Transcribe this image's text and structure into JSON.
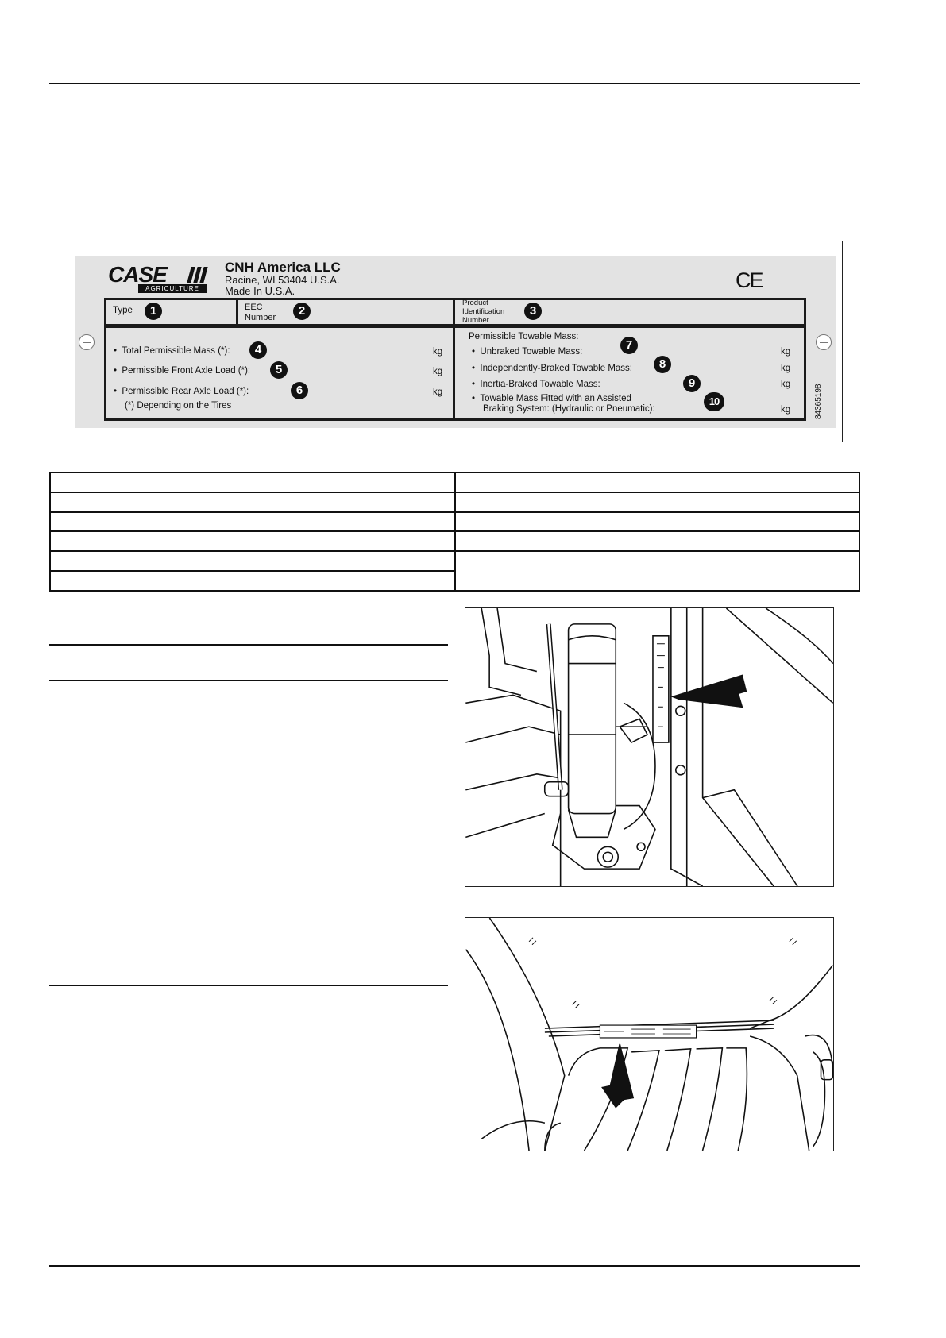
{
  "plate": {
    "brand": "CASE",
    "brand_sub": "AGRICULTURE",
    "company": "CNH America LLC",
    "address_line1": "Racine, WI 53404  U.S.A.",
    "address_line2": "Made In U.S.A.",
    "ce_mark": "CE",
    "field_type": "Type",
    "field_eec_1": "EEC",
    "field_eec_2": "Number",
    "field_pin_1": "Product",
    "field_pin_2": "Identification",
    "field_pin_3": "Number",
    "left_items": [
      "Total Permissible Mass (*):",
      "Permissible Front Axle Load (*):",
      "Permissible Rear Axle Load (*):"
    ],
    "footnote": "(*) Depending on the Tires",
    "towable_heading": "Permissible Towable Mass:",
    "right_items": [
      "Unbraked Towable Mass:",
      "Independently-Braked Towable Mass:",
      "Inertia-Braked Towable Mass:",
      "Towable Mass Fitted with an Assisted"
    ],
    "right_item_4_line2": "Braking System: (Hydraulic or Pneumatic):",
    "unit": "kg",
    "callouts": [
      "1",
      "2",
      "3",
      "4",
      "5",
      "6",
      "7",
      "8",
      "9",
      "10"
    ],
    "reference_code": "84365198"
  }
}
